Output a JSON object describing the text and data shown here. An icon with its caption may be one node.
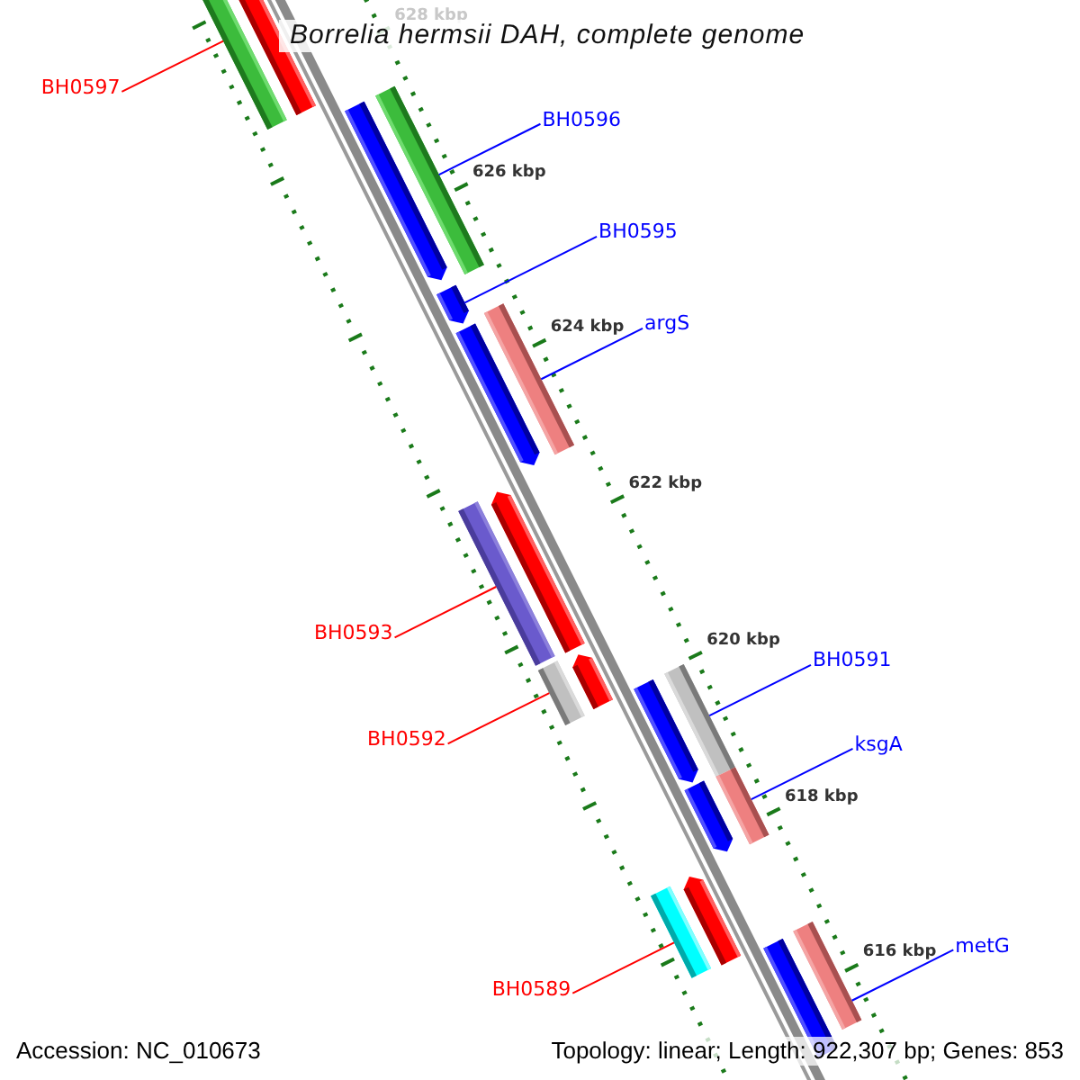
{
  "diagram": {
    "title": "Borrelia hermsii DAH, complete genome",
    "nodes": [
      {
        "text": [
          "BH0597"
        ]
      },
      {
        "text": [],
        "shape": "bar"
      },
      {
        "text": [
          "BH0596"
        ]
      },
      {
        "text": [],
        "shape": "bar"
      },
      {
        "text": [
          "BH0595"
        ]
      },
      {
        "text": [],
        "shape": "bar"
      },
      {
        "text": [
          "argS"
        ]
      },
      {
        "text": [],
        "shape": "bar"
      },
      {
        "text": [
          "BH0593"
        ]
      },
      {
        "text": [],
        "shape": "bar"
      },
      {
        "text": [
          "BH0592"
        ]
      },
      {
        "text": [],
        "shape": "bar"
      },
      {
        "text": [
          "BH0591"
        ]
      },
      {
        "text": [],
        "shape": "bar"
      },
      {
        "text": [
          "ksgA"
        ]
      },
      {
        "text": [],
        "shape": "bar"
      },
      {
        "text": [
          "BH0589"
        ]
      },
      {
        "text": [],
        "shape": "bar"
      },
      {
        "text": [
          "metG"
        ]
      },
      {
        "text": [],
        "shape": "bar"
      }
    ],
    "edges": [
      {
        "from": 0,
        "to": 1,
        "arrow": "none",
        "color": "#ff0000"
      },
      {
        "from": 2,
        "to": 3,
        "arrow": "none"
      },
      {
        "from": 4,
        "to": 5,
        "arrow": "none"
      },
      {
        "from": 6,
        "to": 7,
        "arrow": "none"
      },
      {
        "from": 8,
        "to": 9,
        "arrow": "none",
        "color": "#ff0000"
      },
      {
        "from": 10,
        "to": 11,
        "arrow": "none",
        "color": "#ff0000"
      },
      {
        "from": 12,
        "to": 13,
        "arrow": "none"
      },
      {
        "from": 14,
        "to": 15,
        "arrow": "none"
      },
      {
        "from": 16,
        "to": 17,
        "arrow": "none",
        "color": "#ff0000"
      },
      {
        "from": 18,
        "to": 19,
        "arrow": "none"
      }
    ],
    "labels": [
      "628 kbp",
      "626 kbp",
      "624 kbp",
      "622 kbp",
      "620 kbp",
      "618 kbp",
      "616 kbp",
      "Accession: NC_010673",
      "Topology: linear; Length: 922,307 bp; Genes: 853"
    ]
  }
}
